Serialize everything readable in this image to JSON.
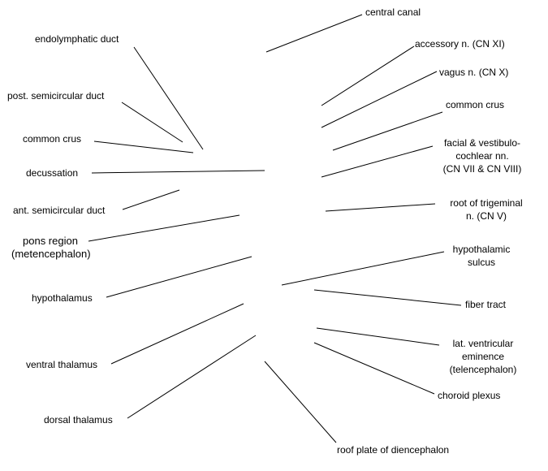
{
  "diagram": {
    "labels": {
      "central_canal": "central canal",
      "endolymphatic_duct": "endolymphatic duct",
      "accessory_n": "accessory n. (CN XI)",
      "vagus_n": "vagus n. (CN X)",
      "post_semicircular_duct": "post. semicircular duct",
      "common_crus_right": "common crus",
      "common_crus_left": "common crus",
      "facial_vestibulo_line1": "facial & vestibulo-",
      "facial_vestibulo_line2": "cochlear nn.",
      "facial_vestibulo_line3": "(CN VII & CN VIII)",
      "decussation": "decussation",
      "ant_semicircular_duct": "ant. semicircular duct",
      "root_trigeminal_line1": "root of trigeminal",
      "root_trigeminal_line2": "n. (CN V)",
      "pons_line1": "pons region",
      "pons_line2": "(metencephalon)",
      "hypothalamic_sulcus_line1": "hypothalamic",
      "hypothalamic_sulcus_line2": "sulcus",
      "hypothalamus": "hypothalamus",
      "fiber_tract": "fiber tract",
      "lat_ventricular_line1": "lat. ventricular",
      "lat_ventricular_line2": "eminence",
      "lat_ventricular_line3": "(telencephalon)",
      "ventral_thalamus": "ventral thalamus",
      "choroid_plexus": "choroid plexus",
      "dorsal_thalamus": "dorsal thalamus",
      "roof_plate": "roof plate of diencephalon"
    }
  }
}
